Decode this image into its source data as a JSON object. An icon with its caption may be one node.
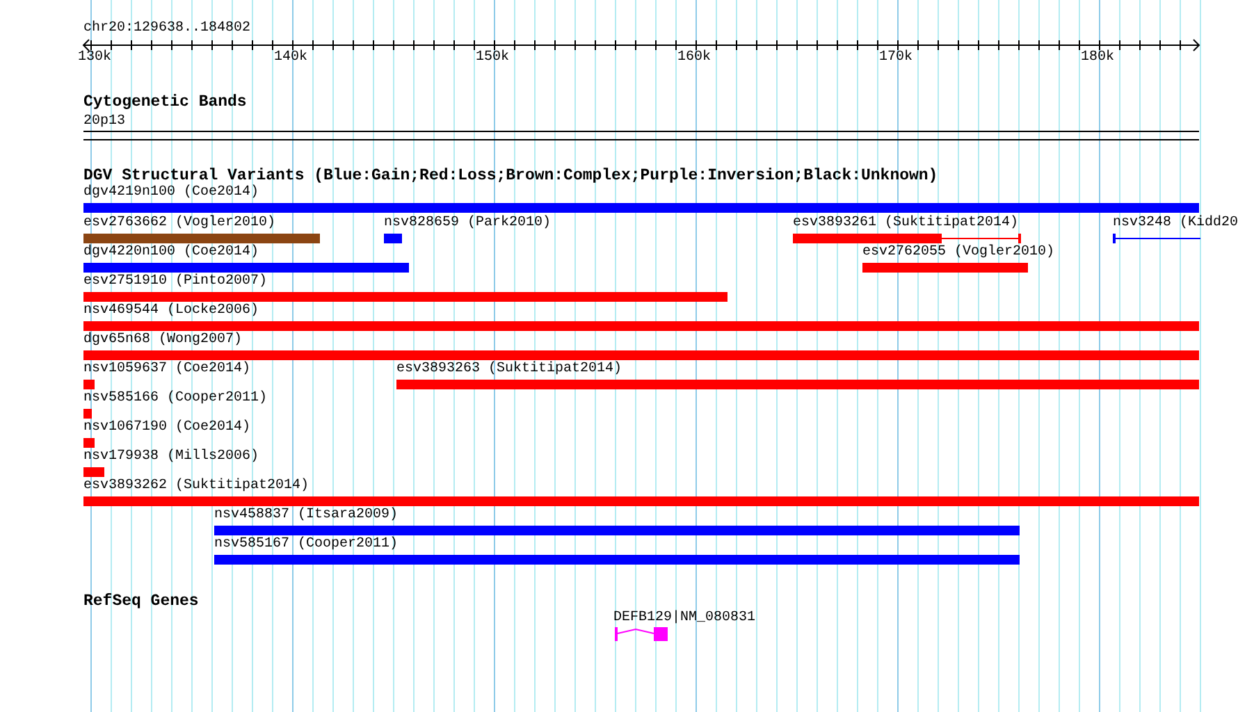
{
  "diagram": {
    "nodes": [
      {
        "text": [
          "dgv4219n100 (Coe2014)"
        ]
      },
      {
        "text": [
          "esv2763662 (Vogler2010)"
        ]
      },
      {
        "text": [
          "nsv828659 (Park2010)"
        ]
      },
      {
        "text": [
          "esv3893261 (Suktitipat2014)"
        ]
      },
      {
        "text": [
          "nsv3248 (Kidd20"
        ]
      },
      {
        "text": [
          "dgv4220n100 (Coe2014)"
        ]
      },
      {
        "text": [
          "esv2762055 (Vogler2010)"
        ]
      },
      {
        "text": [
          "esv2751910 (Pinto2007)"
        ]
      },
      {
        "text": [
          "nsv469544 (Locke2006)"
        ]
      },
      {
        "text": [
          "dgv65n68 (Wong2007)"
        ]
      },
      {
        "text": [
          "nsv1059637 (Coe2014)"
        ]
      },
      {
        "text": [
          "esv3893263 (Suktitipat2014)"
        ]
      },
      {
        "text": [
          "nsv585166 (Cooper2011)"
        ]
      },
      {
        "text": [
          "nsv1067190 (Coe2014)"
        ]
      },
      {
        "text": [
          "nsv179938 (Mills2006)"
        ]
      },
      {
        "text": [
          "esv3893262 (Suktitipat2014)"
        ]
      },
      {
        "text": [
          "nsv458837 (Itsara2009)"
        ]
      },
      {
        "text": [
          "nsv585167 (Cooper2011)"
        ]
      },
      {
        "text": [
          "DEFB129|NM_080831"
        ]
      }
    ],
    "labels": [
      "chr20:129638..184802",
      "130k",
      "140k",
      "150k",
      "160k",
      "170k",
      "180k",
      "Cytogenetic Bands",
      "20p13",
      "DGV Structural Variants (Blue:Gain;Red:Loss;Brown:Complex;Purple:Inversion;Black:Unknown)",
      "RefSeq Genes"
    ]
  }
}
